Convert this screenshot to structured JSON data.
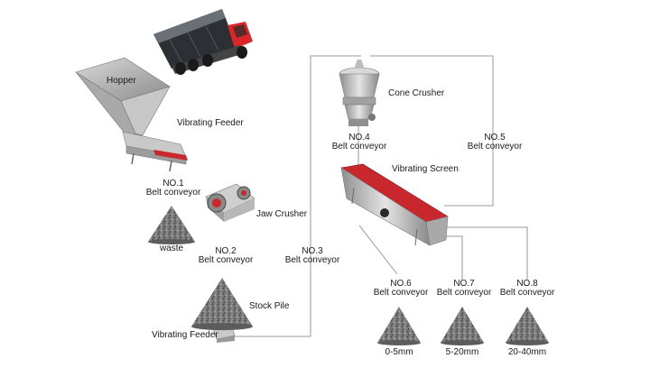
{
  "equipment": {
    "hopper": "Hopper",
    "vibrating_feeder_top": "Vibrating Feeder",
    "jaw_crusher": "Jaw Crusher",
    "cone_crusher": "Cone Crusher",
    "vibrating_screen": "Vibrating Screen",
    "stock_pile": "Stock Pile",
    "vibrating_feeder_bottom": "Vibrating Feeder"
  },
  "conveyors": {
    "no1": {
      "number": "NO.1",
      "name": "Belt conveyor"
    },
    "no2": {
      "number": "NO.2",
      "name": "Belt conveyor"
    },
    "no3": {
      "number": "NO.3",
      "name": "Belt conveyor"
    },
    "no4": {
      "number": "NO.4",
      "name": "Belt conveyor"
    },
    "no5": {
      "number": "NO.5",
      "name": "Belt conveyor"
    },
    "no6": {
      "number": "NO.6",
      "name": "Belt conveyor"
    },
    "no7": {
      "number": "NO.7",
      "name": "Belt conveyor"
    },
    "no8": {
      "number": "NO.8",
      "name": "Belt conveyor"
    }
  },
  "piles": {
    "waste": "waste",
    "fine": "0-5mm",
    "medium": "5-20mm",
    "coarse": "20-40mm"
  },
  "colors": {
    "flow_line": "#9a9a9a",
    "truck_red": "#d8262b",
    "screen_red": "#c8282d",
    "gravel": "#6f6f6f",
    "metal": "#bdbdbd"
  }
}
